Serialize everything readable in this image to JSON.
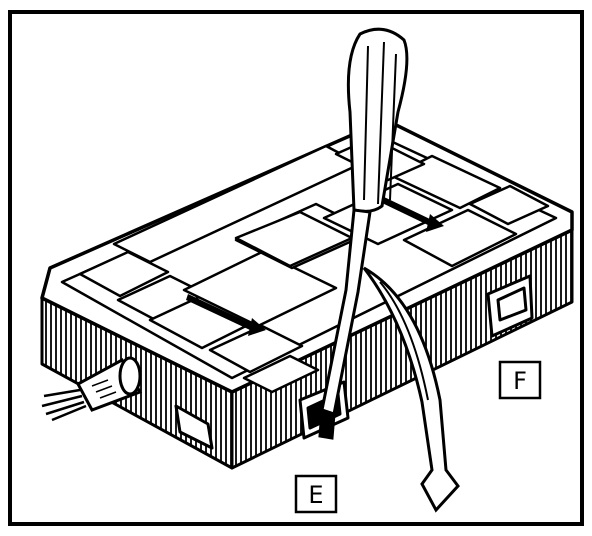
{
  "figure": {
    "callouts": [
      {
        "id": "E",
        "text": "E"
      },
      {
        "id": "F",
        "text": "F"
      }
    ],
    "colors": {
      "ink": "#000000",
      "paper": "#ffffff"
    },
    "parts": [
      "connector-housing",
      "screwdriver",
      "locking-tab",
      "release-arrow",
      "cable"
    ]
  }
}
